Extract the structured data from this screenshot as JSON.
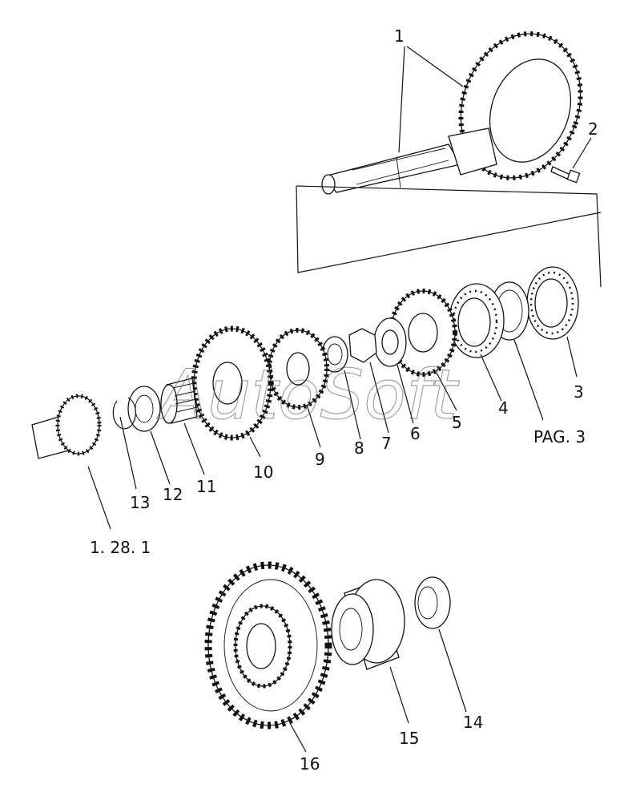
{
  "callouts": [
    {
      "id": "1",
      "text": "1"
    },
    {
      "id": "2",
      "text": "2"
    },
    {
      "id": "3",
      "text": "3"
    },
    {
      "id": "4",
      "text": "4"
    },
    {
      "id": "5",
      "text": "5"
    },
    {
      "id": "6",
      "text": "6"
    },
    {
      "id": "7",
      "text": "7"
    },
    {
      "id": "8",
      "text": "8"
    },
    {
      "id": "9",
      "text": "9"
    },
    {
      "id": "10",
      "text": "10"
    },
    {
      "id": "11",
      "text": "11"
    },
    {
      "id": "12",
      "text": "12"
    },
    {
      "id": "13",
      "text": "13"
    },
    {
      "id": "14",
      "text": "14"
    },
    {
      "id": "15",
      "text": "15"
    },
    {
      "id": "16",
      "text": "16"
    },
    {
      "id": "pag",
      "text": "PAG. 3"
    },
    {
      "id": "ref",
      "text": "1. 28. 1"
    }
  ],
  "watermark": "AutoSoft"
}
